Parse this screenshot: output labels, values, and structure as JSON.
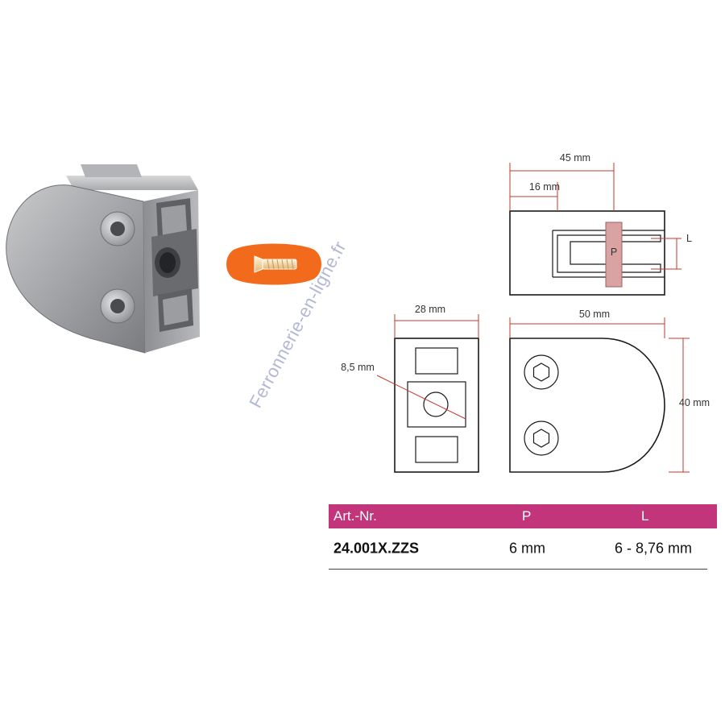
{
  "watermark": "Ferronnerie-en-ligne.fr",
  "dimensions": {
    "width_top": "45 mm",
    "slot_depth": "16 mm",
    "glass_label": "P",
    "gap_label": "L",
    "side_width": "28 mm",
    "hole_diameter": "8,5 mm",
    "front_width": "50 mm",
    "front_height": "40 mm"
  },
  "table": {
    "headers": [
      "Art.-Nr.",
      "P",
      "L"
    ],
    "rows": [
      {
        "article": "24.001X.ZZS",
        "p": "6 mm",
        "l": "6 - 8,76 mm"
      }
    ]
  },
  "colors": {
    "header_bg": "#c2357a",
    "dimension_line": "#c0392b",
    "badge": "#f26a1b",
    "glass_fill": "#d9a3a3"
  },
  "icons": [
    "glass-clamp-photo",
    "countersunk-screw-icon"
  ]
}
